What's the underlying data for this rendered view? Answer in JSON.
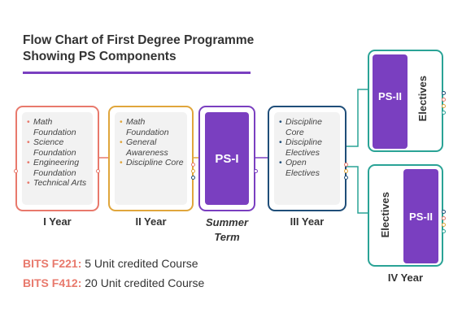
{
  "title_line1": "Flow Chart of First Degree Programme",
  "title_line2": "Showing PS Components",
  "boxes": [
    {
      "label": "I Year",
      "items": [
        "Math Foundation",
        "Science Foundation",
        "Engineering Foundation",
        "Technical Arts"
      ]
    },
    {
      "label": "II Year",
      "items": [
        "Math Foundation",
        "General Awareness",
        "Discipline Core"
      ]
    },
    {
      "label_line1": "Summer",
      "label_line2": "Term",
      "block": "PS-I"
    },
    {
      "label": "III Year",
      "items": [
        "Discipline Core",
        "Discipline Electives",
        "Open Electives"
      ]
    }
  ],
  "year4": {
    "label": "IV Year",
    "top": {
      "block": "PS-II",
      "side": "Electives"
    },
    "bottom": {
      "block": "PS-II",
      "side": "Electives"
    }
  },
  "credits": [
    {
      "code": "BITS F221:",
      "desc": " 5 Unit credited Course"
    },
    {
      "code": "BITS F412:",
      "desc": " 20 Unit credited Course"
    }
  ],
  "colors": {
    "year1": "#e8796c",
    "year2": "#e0a63c",
    "summer": "#7a3fc0",
    "year3": "#1f4e79",
    "year4": "#2aa396",
    "credit_code": "#e8796c"
  }
}
